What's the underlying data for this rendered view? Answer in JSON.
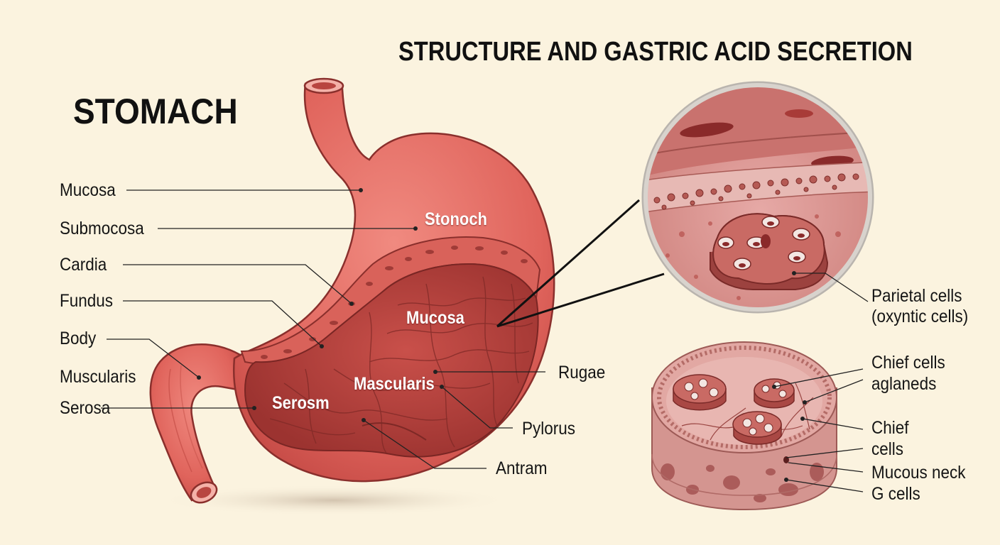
{
  "title": "STOMACH",
  "subtitle": "STRUCTURE AND GASTRIC ACID SECRETION",
  "left_labels": {
    "mucosa": "Mucosa",
    "submocosa": "Submocosa",
    "cardia": "Cardia",
    "fundus": "Fundus",
    "body": "Body",
    "muscularis": "Muscularis",
    "serosa": "Serosa"
  },
  "inner_labels": {
    "stonoch": "Stonoch",
    "mucosa": "Mucosa",
    "mascularis": "Mascularis",
    "serosm": "Serosm"
  },
  "right_labels": {
    "rugae": "Rugae",
    "pylorus": "Pylorus",
    "antram": "Antram"
  },
  "micro_labels": {
    "parietal_line1": "Parietal cells",
    "parietal_line2": "(oxyntic cells)",
    "chief_aglaneds_line1": "Chief cells",
    "chief_aglaneds_line2": "aglaneds",
    "chief_line1": "Chief",
    "chief_line2": "cells",
    "mucous_neck": "Mucous neck",
    "g_cells": "G cells"
  },
  "colors": {
    "background": "#fbf3df",
    "stomach_outer": "#e66a62",
    "stomach_inner": "#b8413e",
    "outline": "#8a2f2c"
  }
}
